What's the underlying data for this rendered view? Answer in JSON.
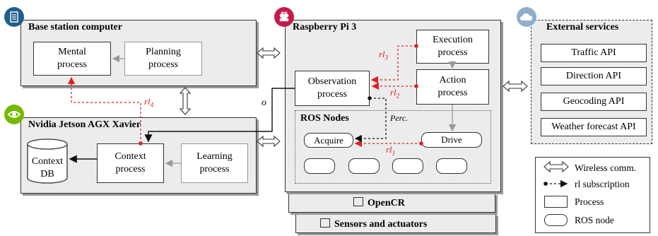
{
  "base_station": {
    "title": "Base station computer",
    "mental": "Mental process",
    "planning": "Planning process"
  },
  "jetson": {
    "title": "Nvidia Jetson AGX Xavier",
    "context_db": "Context DB",
    "context_process": "Context process",
    "learning": "Learning process"
  },
  "rpi": {
    "title": "Raspberry Pi 3",
    "execution": "Execution process",
    "observation": "Observation process",
    "action": "Action process",
    "ros_nodes_title": "ROS Nodes",
    "acquire": "Acquire",
    "drive": "Drive",
    "perc_label": "Perc."
  },
  "opencr": {
    "label": "OpenCR"
  },
  "sensors": {
    "label": "Sensors and actuators"
  },
  "external": {
    "title": "External services",
    "apis": [
      "Traffic API",
      "Direction API",
      "Geocoding API",
      "Weather forecast API"
    ]
  },
  "edge_labels": {
    "rl1": "rl1",
    "rl2": "rl2",
    "rl3": "rl3",
    "rl4": "rl4",
    "o": "o"
  },
  "legend": {
    "wireless": "Wireless comm.",
    "rl_subscription": "rl subscription",
    "process": "Process",
    "ros_node": "ROS node"
  },
  "colors": {
    "panel_bg": "#ececec",
    "subscription_red": "#e02020",
    "base_badge": "#1f5f8b",
    "rpi_badge": "#c51a4a",
    "nvidia_badge": "#76b900",
    "cloud_badge": "#8faecb"
  }
}
